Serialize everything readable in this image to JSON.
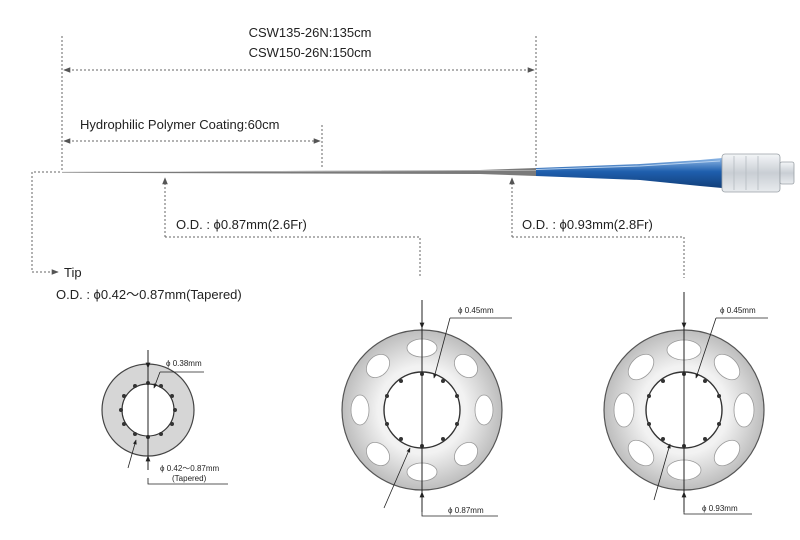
{
  "length": {
    "line1": "CSW135-26N:135cm",
    "line2": "CSW150-26N:150cm"
  },
  "coating": "Hydrophilic Polymer Coating:60cm",
  "od_mid": "O.D. : ϕ0.87mm(2.6Fr)",
  "od_proximal": "O.D. : ϕ0.93mm(2.8Fr)",
  "tip": {
    "title": "Tip",
    "od": "O.D. : ϕ0.42～0.87mm(Tapered)"
  },
  "cross_section_tip": {
    "inner_label": "ϕ 0.38mm",
    "outer_label": "ϕ 0.42～0.87mm",
    "outer_note": "(Tapered)"
  },
  "cross_section_mid": {
    "inner_label": "ϕ 0.45mm",
    "outer_label": "ϕ 0.87mm"
  },
  "cross_section_proximal": {
    "inner_label": "ϕ 0.45mm",
    "outer_label": "ϕ 0.93mm"
  },
  "colors": {
    "shaft": "#6e6e6e",
    "hub_blue": "#1f5fae",
    "hub_blue_light": "#6fa0d8",
    "ring_fill": "#d9d9d9",
    "lumen_fill": "#ffffff"
  }
}
